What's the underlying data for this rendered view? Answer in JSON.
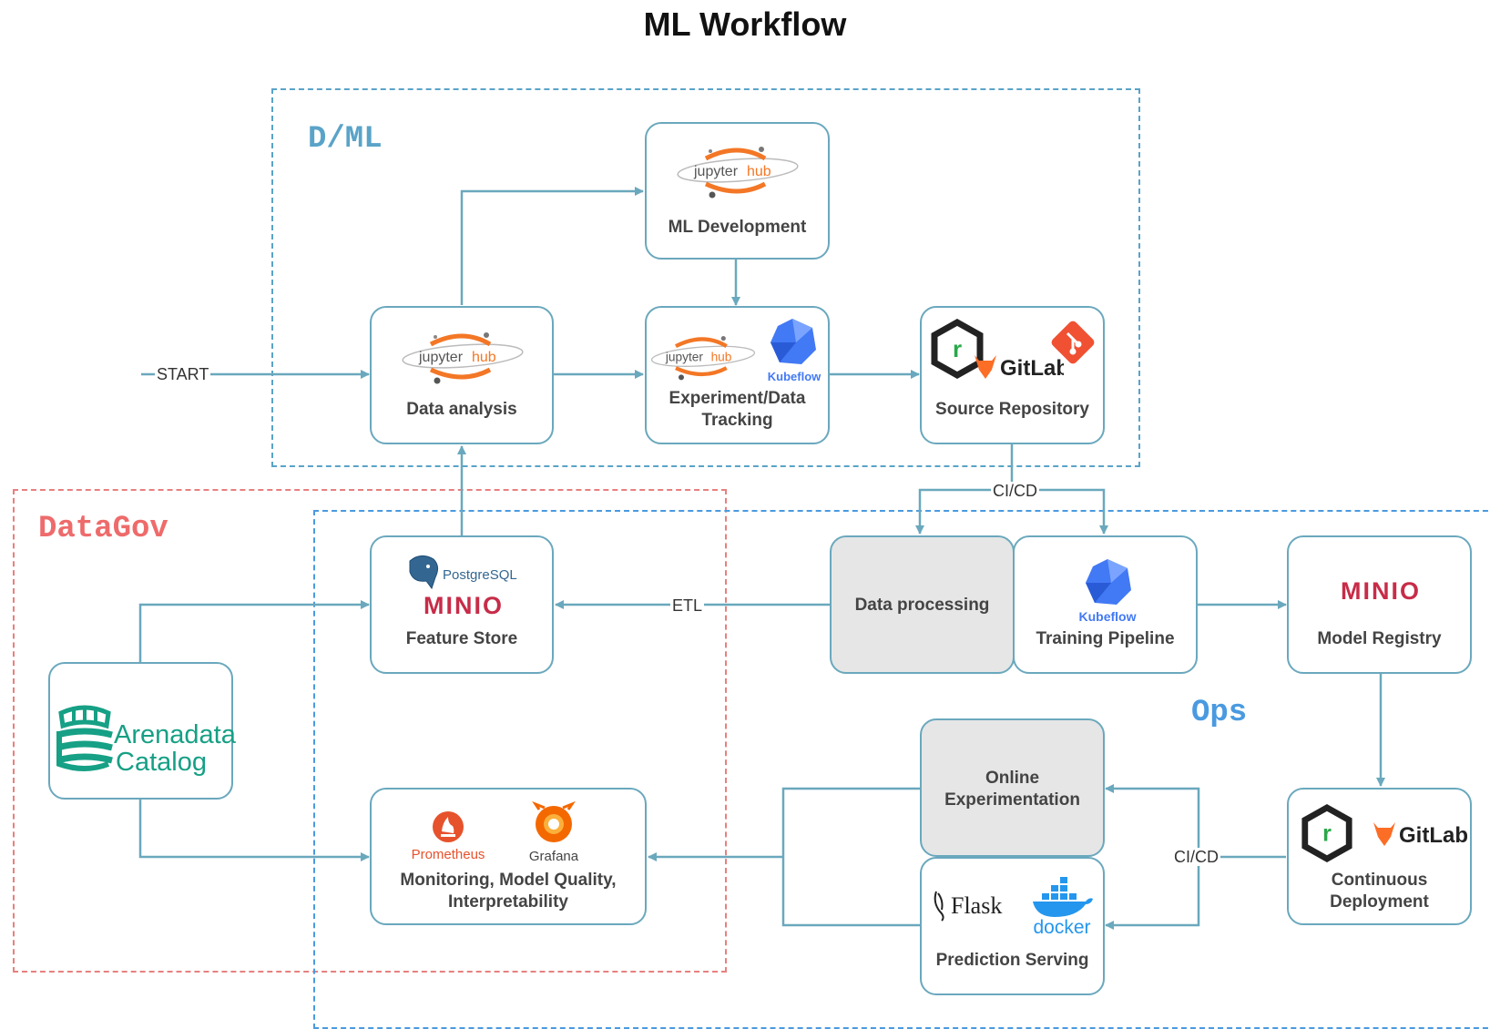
{
  "title": "ML Workflow",
  "regions": {
    "dml": "D/ML",
    "datagov": "DataGov",
    "ops": "Ops"
  },
  "nodes": {
    "ml_development": "ML Development",
    "data_analysis": "Data analysis",
    "experiment_tracking_line1": "Experiment/Data",
    "experiment_tracking_line2": "Tracking",
    "source_repository": "Source Repository",
    "feature_store": "Feature Store",
    "data_processing": "Data processing",
    "training_pipeline": "Training Pipeline",
    "model_registry": "Model Registry",
    "arenadata_line1": "Arenadata",
    "arenadata_line2": "Catalog",
    "monitoring_line1": "Monitoring, Model Quality,",
    "monitoring_line2": "Interpretability",
    "online_exp_line1": "Online",
    "online_exp_line2": "Experimentation",
    "prediction_serving": "Prediction Serving",
    "continuous_deployment_line1": "Continuous",
    "continuous_deployment_line2": "Deployment"
  },
  "edge_labels": {
    "start": "START",
    "cicd_top": "CI/CD",
    "etl": "ETL",
    "cicd_bottom": "CI/CD"
  },
  "logos": {
    "jupyter_main": "jupyter",
    "jupyter_hub": "hub",
    "kubeflow": "Kubeflow",
    "gitlab": "GitLab",
    "postgresql": "PostgreSQL",
    "minio": "MINIO",
    "prometheus": "Prometheus",
    "grafana": "Grafana",
    "flask": "Flask",
    "docker": "docker",
    "redash_r": "r"
  },
  "colors": {
    "arrow": "#6aa8bd",
    "dml_border": "#5aa3c8",
    "datagov_border": "#e7807f",
    "ops_border": "#4a9ae0",
    "jupyter_orange": "#f37726",
    "minio_red": "#c72c48",
    "kubeflow_blue": "#4279f4",
    "gitlab_orange": "#fc6d26",
    "git_red": "#f05133",
    "arenadata_teal": "#16a085",
    "docker_blue": "#2496ed",
    "postgres_blue": "#336791"
  }
}
